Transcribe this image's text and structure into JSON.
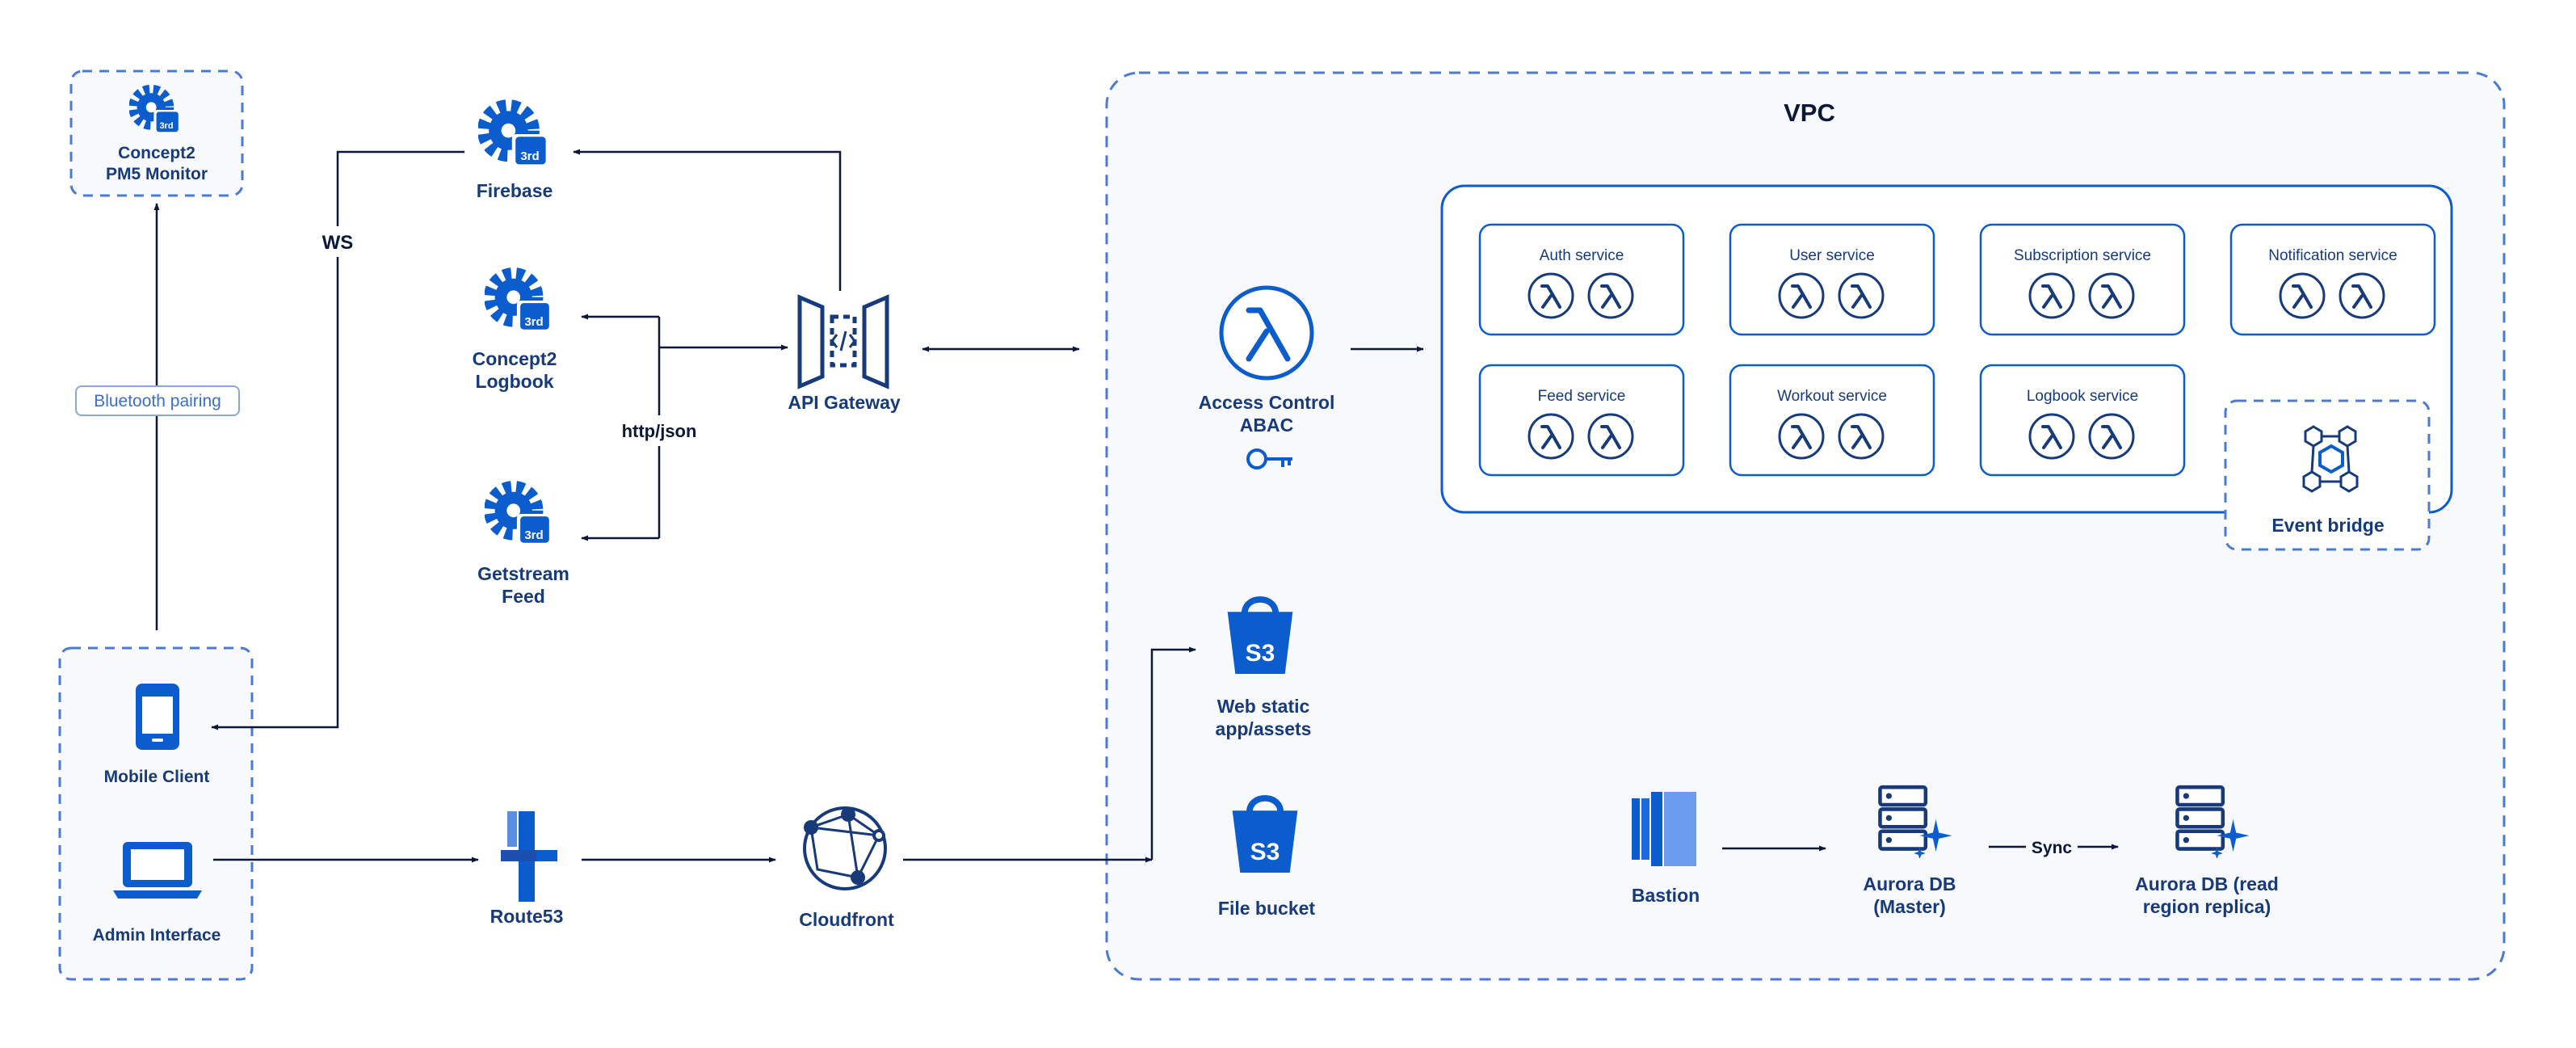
{
  "nodes": {
    "pm5": {
      "lines": [
        "Concept2",
        "PM5 Monitor"
      ],
      "icon": "gear-3rd-icon"
    },
    "firebase": {
      "lines": [
        "Firebase"
      ],
      "icon": "gear-3rd-icon"
    },
    "logbook": {
      "lines": [
        "Concept2",
        "Logbook"
      ],
      "icon": "gear-3rd-icon"
    },
    "getstream": {
      "lines": [
        "Getstream",
        "Feed"
      ],
      "icon": "gear-3rd-icon"
    },
    "api_gateway": {
      "lines": [
        "API Gateway"
      ],
      "icon": "api-gateway-icon"
    },
    "access_control": {
      "lines": [
        "Access Control",
        "ABAC"
      ],
      "icon": "lambda-icon"
    },
    "mobile": {
      "lines": [
        "Mobile Client"
      ],
      "icon": "phone-icon"
    },
    "admin": {
      "lines": [
        "Admin Interface"
      ],
      "icon": "laptop-icon"
    },
    "route53": {
      "lines": [
        "Route53"
      ],
      "icon": "route53-icon"
    },
    "cloudfront": {
      "lines": [
        "Cloudfront"
      ],
      "icon": "cloudfront-icon"
    },
    "web_static": {
      "lines": [
        "Web static",
        "app/assets"
      ],
      "icon": "s3-bucket-icon"
    },
    "file_bucket": {
      "lines": [
        "File bucket"
      ],
      "icon": "s3-bucket-icon"
    },
    "bastion": {
      "lines": [
        "Bastion"
      ],
      "icon": "bastion-icon"
    },
    "aurora_master": {
      "lines": [
        "Aurora DB",
        "(Master)"
      ],
      "icon": "database-icon"
    },
    "aurora_replica": {
      "lines": [
        "Aurora DB (read",
        "region replica)"
      ],
      "icon": "database-icon"
    },
    "event_bridge": {
      "lines": [
        "Event bridge"
      ],
      "icon": "event-bridge-icon"
    }
  },
  "icon_badge": "3rd",
  "s3_badge": "S3",
  "services": [
    "Auth service",
    "User service",
    "Subscription service",
    "Notification service",
    "Feed service",
    "Workout service",
    "Logbook service"
  ],
  "vpc_label": "VPC",
  "edge_labels": {
    "ws": "WS",
    "http_json": "http/json",
    "sync": "Sync"
  },
  "bluetooth_label": "Bluetooth pairing",
  "colors": {
    "primary": "#0b5ccc",
    "dark_navy": "#173a7a",
    "container_border": "#4a7bd4",
    "container_fill": "#f8f9fd",
    "line": "#0b1838"
  }
}
